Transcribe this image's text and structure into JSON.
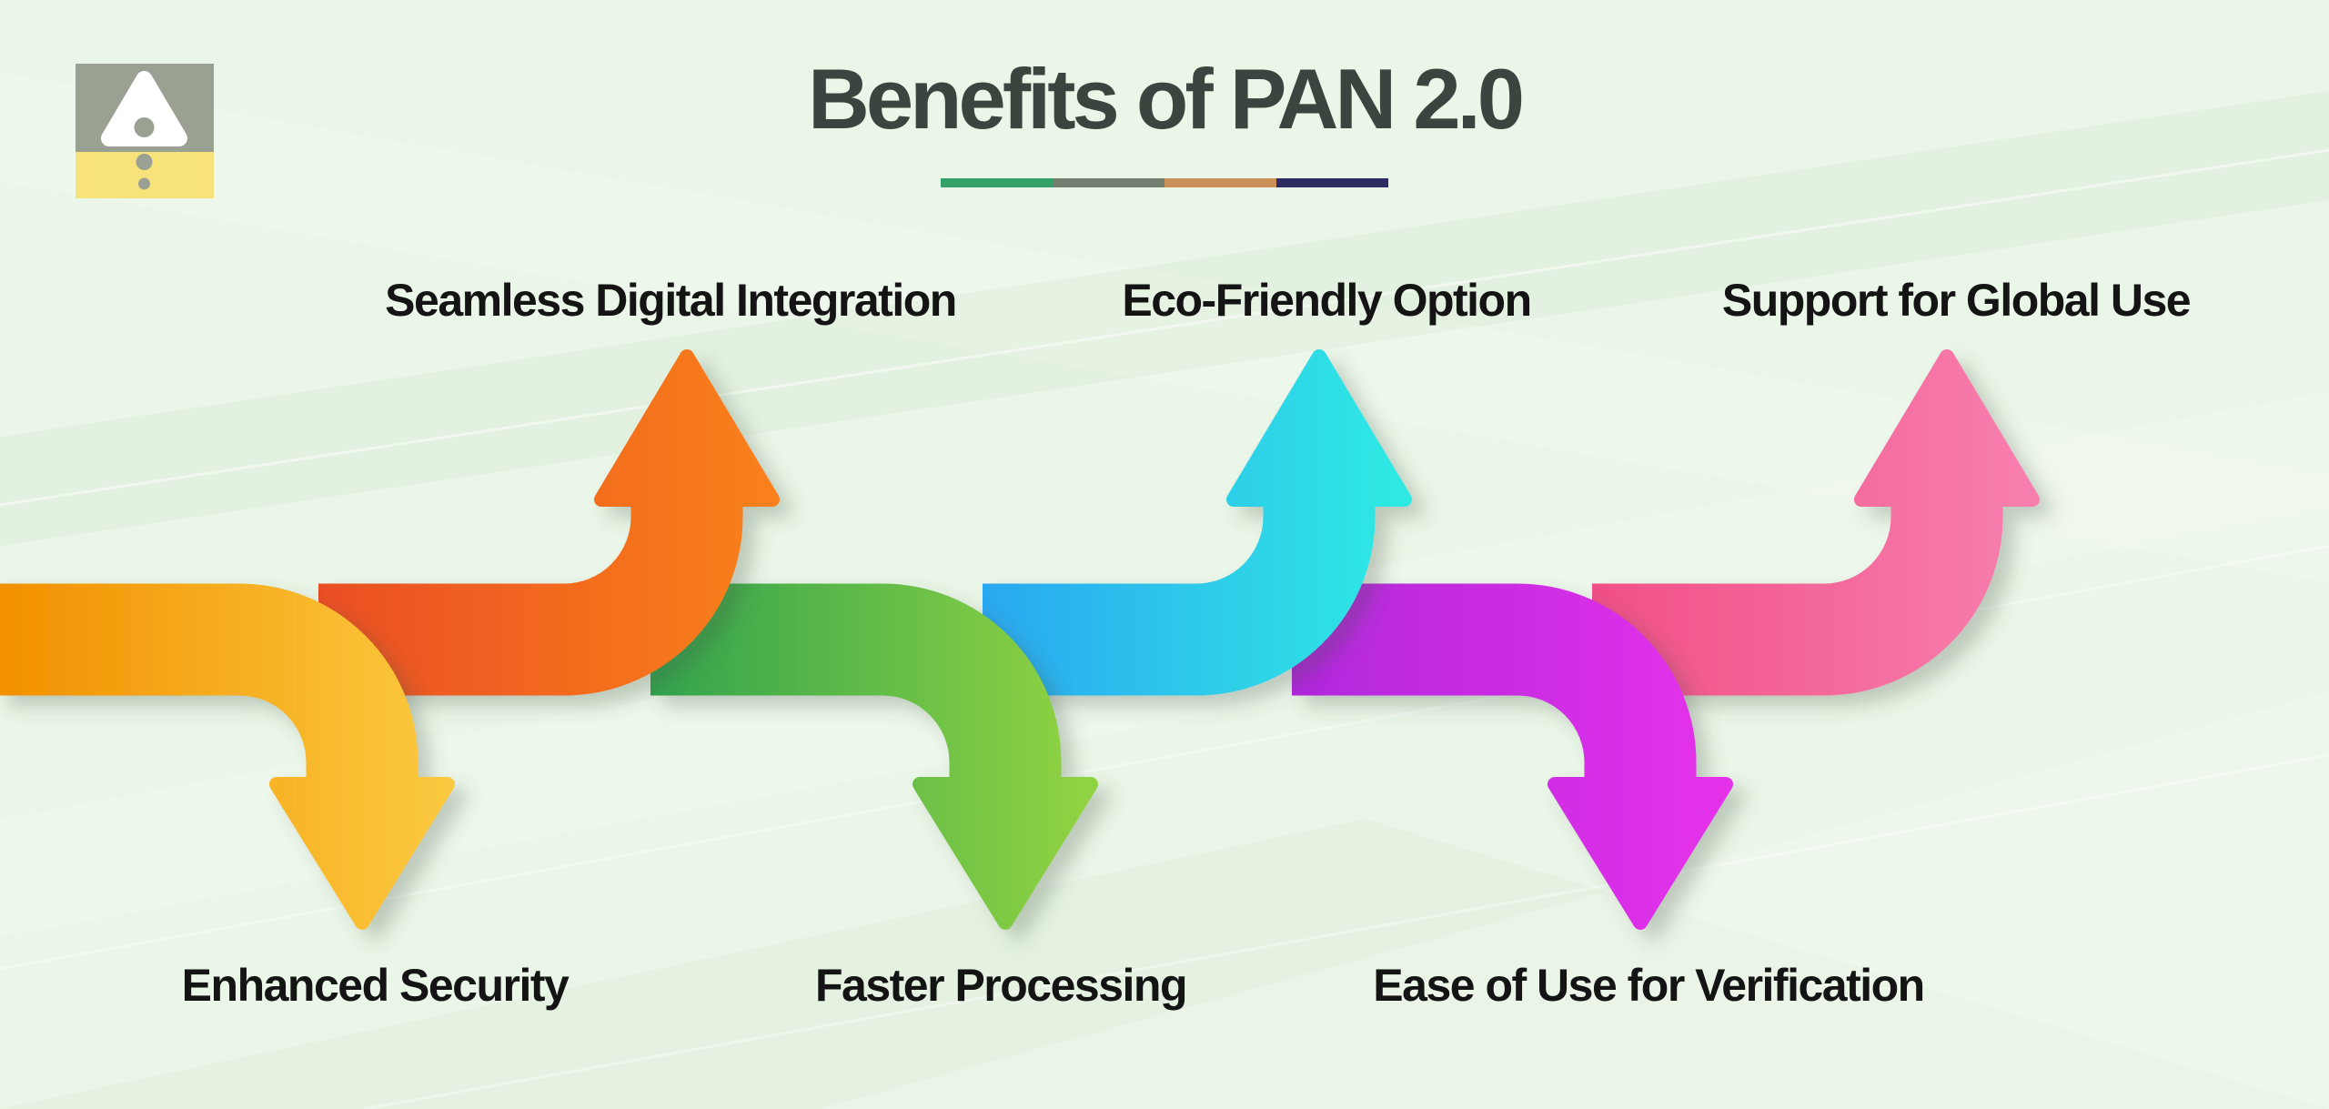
{
  "header": {
    "title": "Benefits of PAN 2.0",
    "title_color": "#3B4540",
    "underline_colors": [
      "#34A169",
      "#74806F",
      "#CB9058",
      "#2E2A62"
    ]
  },
  "logo": {
    "description": "triangle-with-dots emblem",
    "gray": "#9AA193",
    "yellow": "#F8E37B",
    "white": "#FFFFFF"
  },
  "background": {
    "color": "#EAF6E7"
  },
  "benefits": [
    {
      "label": "Enhanced Security",
      "direction": "down",
      "gradient": [
        "#F29000",
        "#FBC93F"
      ]
    },
    {
      "label": "Seamless Digital Integration",
      "direction": "up",
      "gradient": [
        "#EA4D25",
        "#F9801A"
      ]
    },
    {
      "label": "Faster Processing",
      "direction": "down",
      "gradient": [
        "#2EA24E",
        "#8FD242"
      ]
    },
    {
      "label": "Eco-Friendly Option",
      "direction": "up",
      "gradient": [
        "#2BA3F2",
        "#2FE9E3"
      ]
    },
    {
      "label": "Ease of Use for Verification",
      "direction": "down",
      "gradient": [
        "#AE27DC",
        "#E531EA"
      ]
    },
    {
      "label": "Support for Global Use",
      "direction": "up",
      "gradient": [
        "#F14E86",
        "#F77FAE"
      ]
    }
  ],
  "ribbon_tail": {
    "gradient": [
      "#EF9803",
      "#F8C544"
    ]
  }
}
